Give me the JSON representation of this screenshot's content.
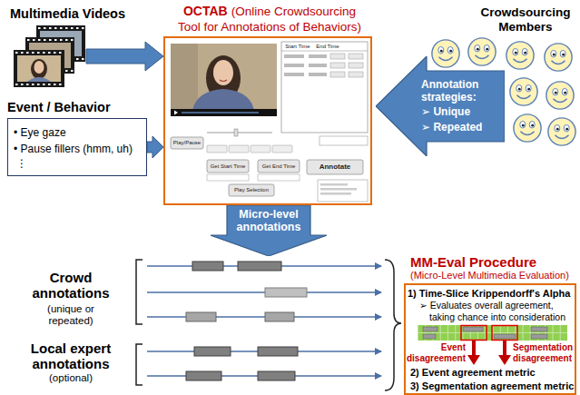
{
  "diagram": {
    "nodes": [
      {
        "text": [
          "Multimedia Videos"
        ]
      },
      {
        "text": [
          "OCTAB",
          "(Online Crowdsourcing Tool for Annotations of Behaviors)"
        ]
      },
      {
        "text": [
          "Annotation strategies:",
          "➢ Unique",
          "➢ Repeated"
        ]
      },
      {
        "text": [
          "Event / Behavior",
          "• Eye gaze",
          "• Pause fillers (hmm, uh)",
          "⋮"
        ]
      },
      {
        "text": [
          "Micro-level annotations"
        ]
      },
      {
        "text": [
          "MM-Eval Procedure",
          "(Micro-Level Multimedia Evaluation)",
          "1) Time-Slice Krippendorff's Alpha",
          "➢ Evaluates overall agreement, taking chance into consideration",
          "Event disagreement",
          "Segmentation disagreement",
          "2) Event agreement metric",
          "3) Segmentation agreement metric"
        ]
      }
    ],
    "edges": [
      {
        "from": 0,
        "to": 1,
        "arrow": "to"
      },
      {
        "from": 3,
        "to": 1,
        "arrow": "to"
      }
    ],
    "labels": [
      "Crowdsourcing Members",
      "Crowd annotations",
      "(unique or repeated)",
      "Local expert annotations",
      "(optional)",
      "Start Time",
      "End Time",
      "Play/Pause",
      "Get Start Time",
      "Get End Time",
      "Annotate",
      "Play Selection"
    ]
  }
}
